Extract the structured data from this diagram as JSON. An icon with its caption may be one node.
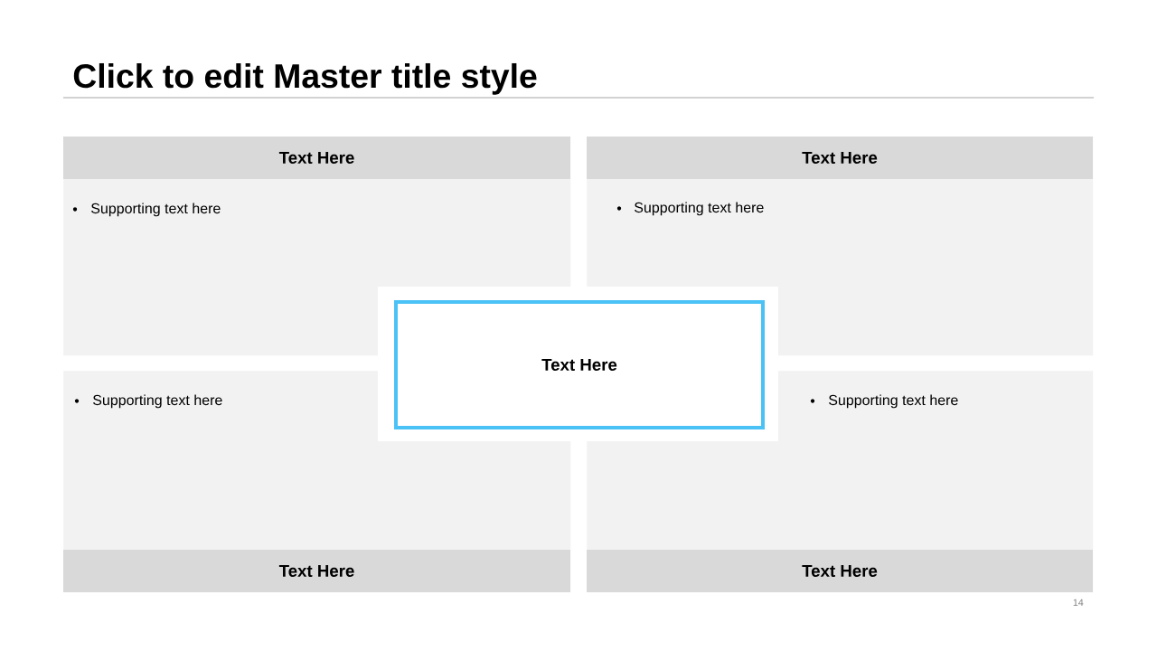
{
  "diagram": {
    "title": "Click to edit Master title style",
    "nodes": [
      {
        "text": [
          "Text Here",
          "Supporting text here"
        ]
      },
      {
        "text": [
          "Text Here",
          "Supporting text here"
        ]
      },
      {
        "text": [
          "Text Here"
        ]
      },
      {
        "text": [
          "Supporting text here",
          "Text Here"
        ]
      },
      {
        "text": [
          "Supporting text here",
          "Text Here"
        ]
      }
    ],
    "labels": [
      "14"
    ]
  }
}
